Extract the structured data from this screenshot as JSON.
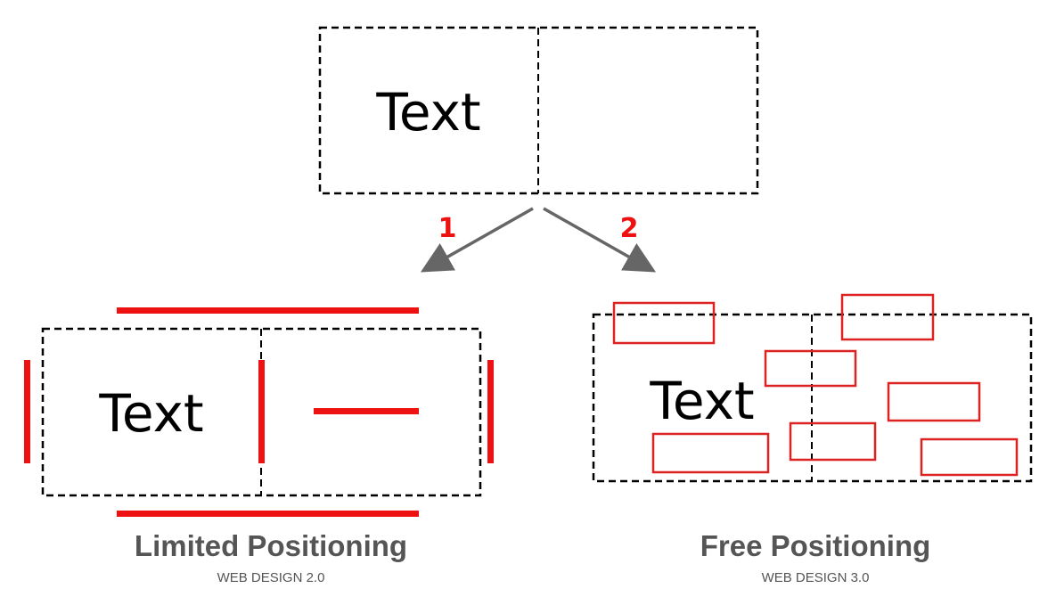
{
  "colors": {
    "accent_red": "#EE1111",
    "outline_red": "#DD2222",
    "arrow_gray": "#666666",
    "caption_gray": "#555555",
    "dashed_black": "#000000"
  },
  "top_box": {
    "text": "Text"
  },
  "arrows": [
    {
      "number": "1",
      "direction": "down-left"
    },
    {
      "number": "2",
      "direction": "down-right"
    }
  ],
  "left_panel": {
    "box_text": "Text",
    "title": "Limited Positioning",
    "subtitle": "WEB DESIGN 2.0"
  },
  "right_panel": {
    "box_text": "Text",
    "title": "Free Positioning",
    "subtitle": "WEB DESIGN 3.0"
  }
}
